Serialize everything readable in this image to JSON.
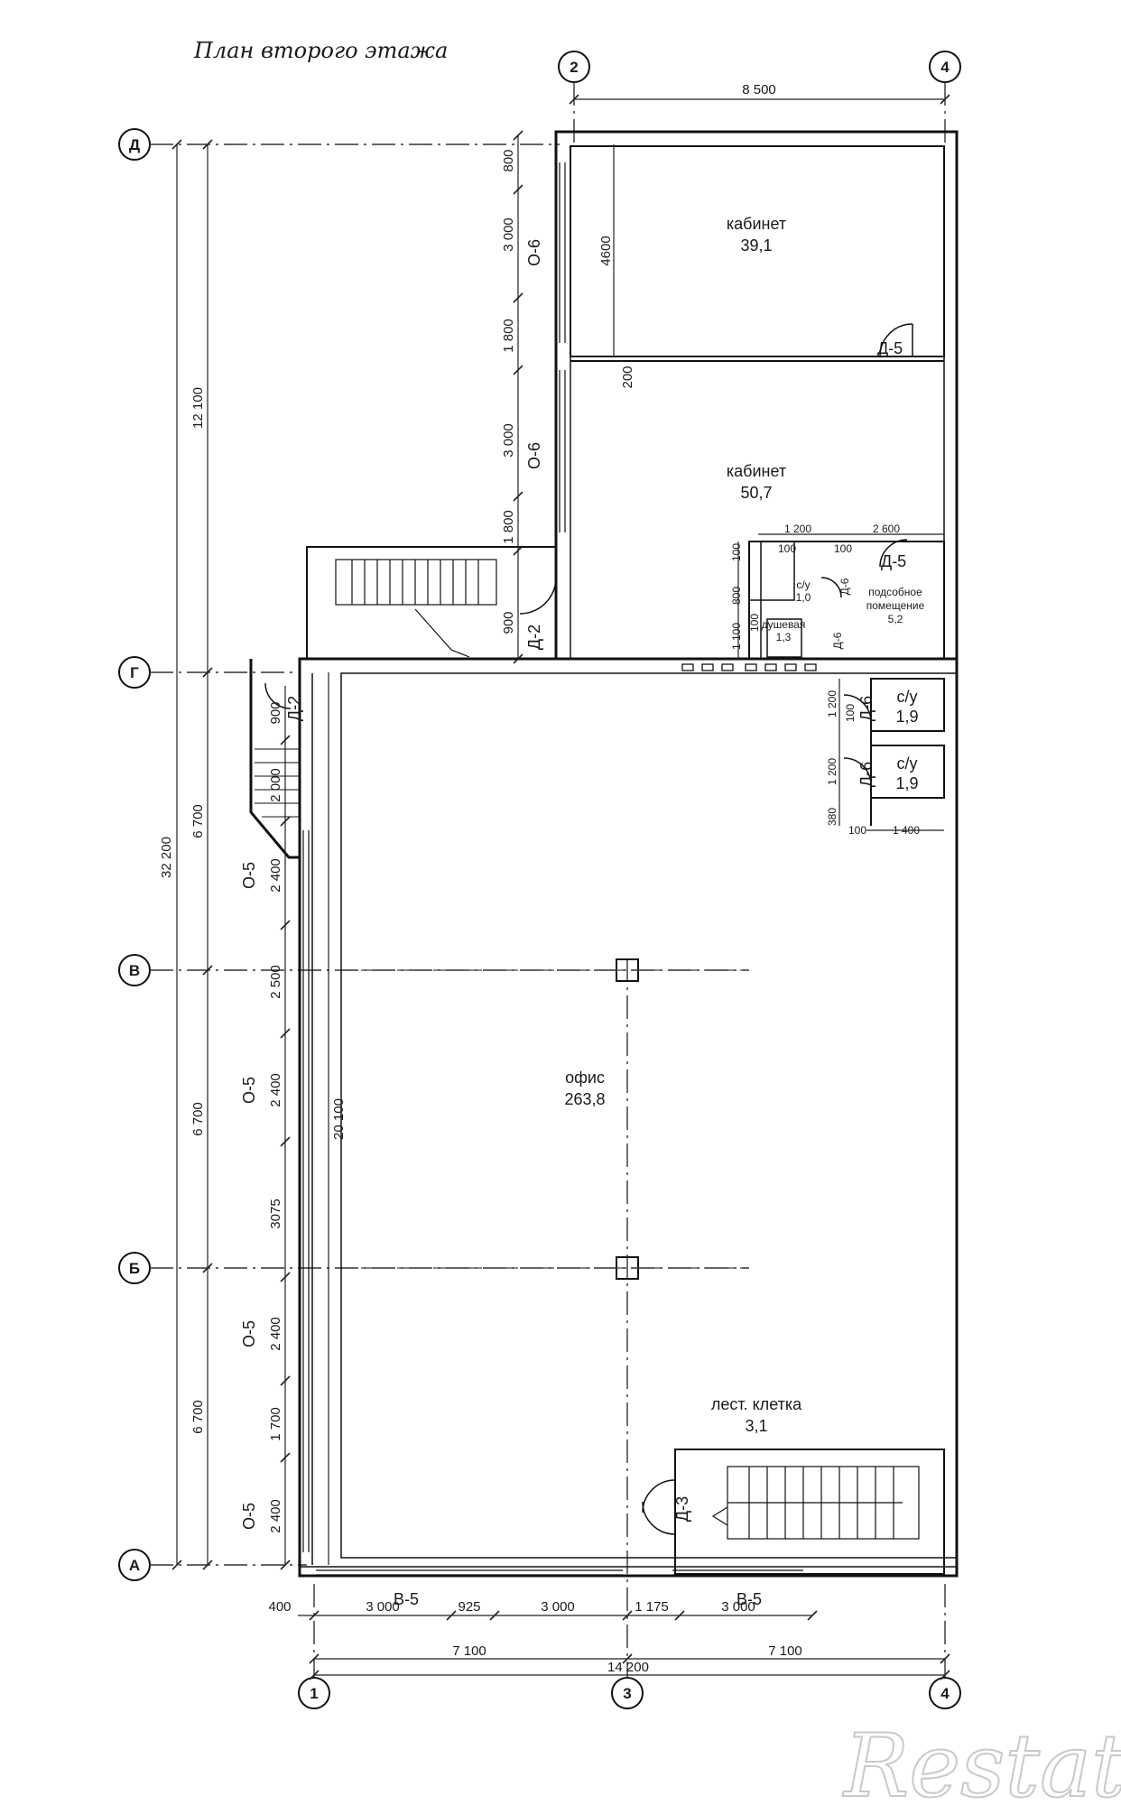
{
  "title": "План второго этажа",
  "axes": {
    "top": [
      "2",
      "4"
    ],
    "bottom": [
      "1",
      "3",
      "4"
    ],
    "left": [
      "Д",
      "Г",
      "В",
      "Б",
      "А"
    ]
  },
  "rooms": [
    {
      "name": "кабинет",
      "area": "39,1"
    },
    {
      "name": "кабинет",
      "area": "50,7"
    },
    {
      "name": "офис",
      "area": "263,8"
    },
    {
      "name": "лест. клетка",
      "area": "3,1"
    },
    {
      "name": "подсобное",
      "name2": "помещение",
      "area": "5,2"
    },
    {
      "name": "с/у",
      "area": "1,9"
    },
    {
      "name": "с/у",
      "area": "1,9"
    },
    {
      "name": "с/у",
      "area": "1,0"
    },
    {
      "name": "душевая",
      "area": "1,3"
    }
  ],
  "doors": [
    "Д-5",
    "Д-5",
    "Д-2",
    "Д-2",
    "Д-6",
    "Д-6",
    "Д-3",
    "Д-6",
    "Д-6"
  ],
  "windows": [
    "О-6",
    "О-6",
    "О-5",
    "О-5",
    "О-5",
    "О-5",
    "В-5",
    "В-5"
  ],
  "dimensions": {
    "top_span": "8 500",
    "left_total": "32 200",
    "left_upper": "12 100",
    "left_bays": [
      "6 700",
      "6 700",
      "6 700"
    ],
    "office_depth": "20 100",
    "upper_wall": [
      "800",
      "3 000",
      "1 800",
      "3 000",
      "1 800",
      "900"
    ],
    "lower_wall": [
      "900",
      "2 000",
      "2 400",
      "2 500",
      "2 400",
      "3075",
      "2 400",
      "1 700",
      "2 400"
    ],
    "room_inner": [
      "4600",
      "200"
    ],
    "bottom_row1": [
      "400",
      "3 000",
      "925",
      "3 000",
      "1 175",
      "3 000"
    ],
    "bottom_row2": [
      "7 100",
      "7 100"
    ],
    "bottom_total": "14 200",
    "wc_block": [
      "1 200",
      "2 600",
      "100",
      "100",
      "100",
      "800",
      "1 100",
      "100"
    ],
    "wc_right": [
      "1 200",
      "100",
      "1 200",
      "380",
      "100",
      "1 400"
    ]
  },
  "watermark": "Restate"
}
